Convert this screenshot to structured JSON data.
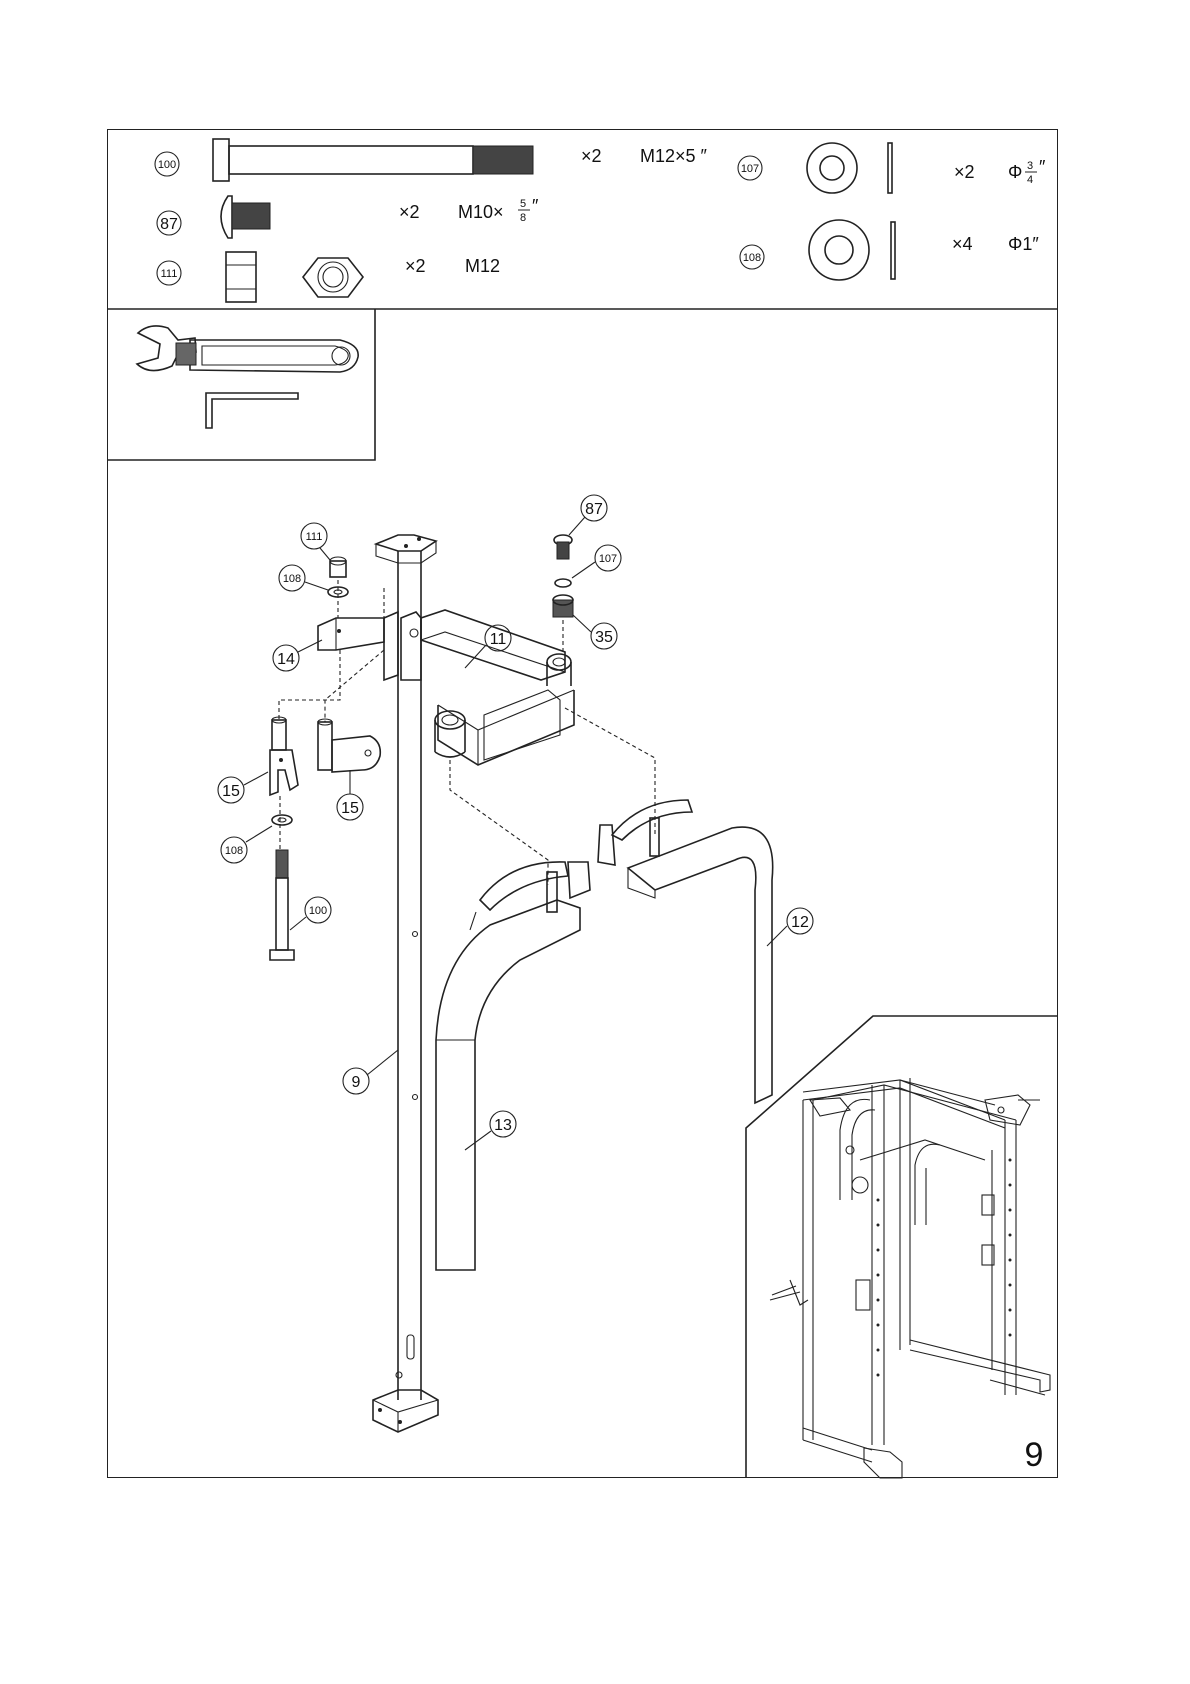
{
  "hardware": {
    "bolt_100": {
      "id": "100",
      "qty": "×2",
      "spec": "M12×5 ″"
    },
    "bolt_87": {
      "id": "87",
      "qty": "×2",
      "spec_main": "M10×",
      "spec_num": "5",
      "spec_den": "8",
      "spec_suffix": "″"
    },
    "nut_111": {
      "id": "111",
      "qty": "×2",
      "spec": "M12"
    },
    "washer_107": {
      "id": "107",
      "qty": "×2",
      "spec_phi": "Φ",
      "spec_num": "3",
      "spec_den": "4",
      "spec_suffix": "″"
    },
    "washer_108": {
      "id": "108",
      "qty": "×4",
      "spec": "Φ1″"
    }
  },
  "tools": {
    "icons": [
      "adjustable-wrench-icon",
      "allen-key-icon"
    ]
  },
  "callouts": {
    "c111": "111",
    "c108a": "108",
    "c14": "14",
    "c15a": "15",
    "c15b": "15",
    "c108b": "108",
    "c100": "100",
    "c9": "9",
    "c87": "87",
    "c107": "107",
    "c35": "35",
    "c11": "11",
    "c12": "12",
    "c13": "13"
  },
  "page": {
    "number": "9"
  }
}
